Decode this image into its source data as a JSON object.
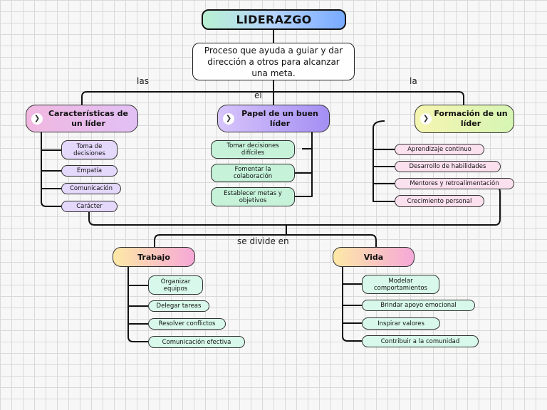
{
  "title": "LIDERAZGO",
  "definition": "Proceso que ayuda a guiar y dar dirección a otros para alcanzar una meta.",
  "connectors": {
    "left": "las",
    "center": "el",
    "right": "la",
    "divides": "se divide en"
  },
  "branches": [
    {
      "label": "Características de un líder",
      "items": [
        "Toma de decisiones",
        "Empatía",
        "Comunicación",
        "Carácter"
      ]
    },
    {
      "label": "Papel de un buen líder",
      "items": [
        "Tomar decisiones difíciles",
        "Fomentar la colaboración",
        "Establecer metas y objetivos"
      ]
    },
    {
      "label": "Formación de un líder",
      "items": [
        "Aprendizaje continuo",
        "Desarrollo de habilidades",
        "Mentores y retroalimentación",
        "Crecimiento personal"
      ]
    }
  ],
  "subtopics": [
    {
      "label": "Trabajo",
      "items": [
        "Organizar equipos",
        "Delegar tareas",
        "Resolver conflictos",
        "Comunicación efectiva"
      ]
    },
    {
      "label": "Vida",
      "items": [
        "Modelar comportamientos",
        "Brindar apoyo emocional",
        "Inspirar valores",
        "Contribuir a la comunidad"
      ]
    }
  ],
  "icons": {
    "expand": "chevron-right-icon"
  },
  "colors": {
    "title_gradient": [
      "#b8f0d2",
      "#b6d4ff",
      "#78aaff"
    ],
    "branch_1": [
      "#f0b8e0",
      "#e2c0f5"
    ],
    "branch_2": [
      "#d7c4fb",
      "#a48ff3"
    ],
    "branch_3": [
      "#f5f5b0",
      "#d6f5b4"
    ],
    "leaf_purple": "#e4d8fb",
    "leaf_green": "#c5f2d9",
    "leaf_pink": "#fbe0ee",
    "leaf_mint": "#d7f8ea",
    "subtopic_gradient": [
      "#fde9a6",
      "#f6a8d8"
    ]
  }
}
